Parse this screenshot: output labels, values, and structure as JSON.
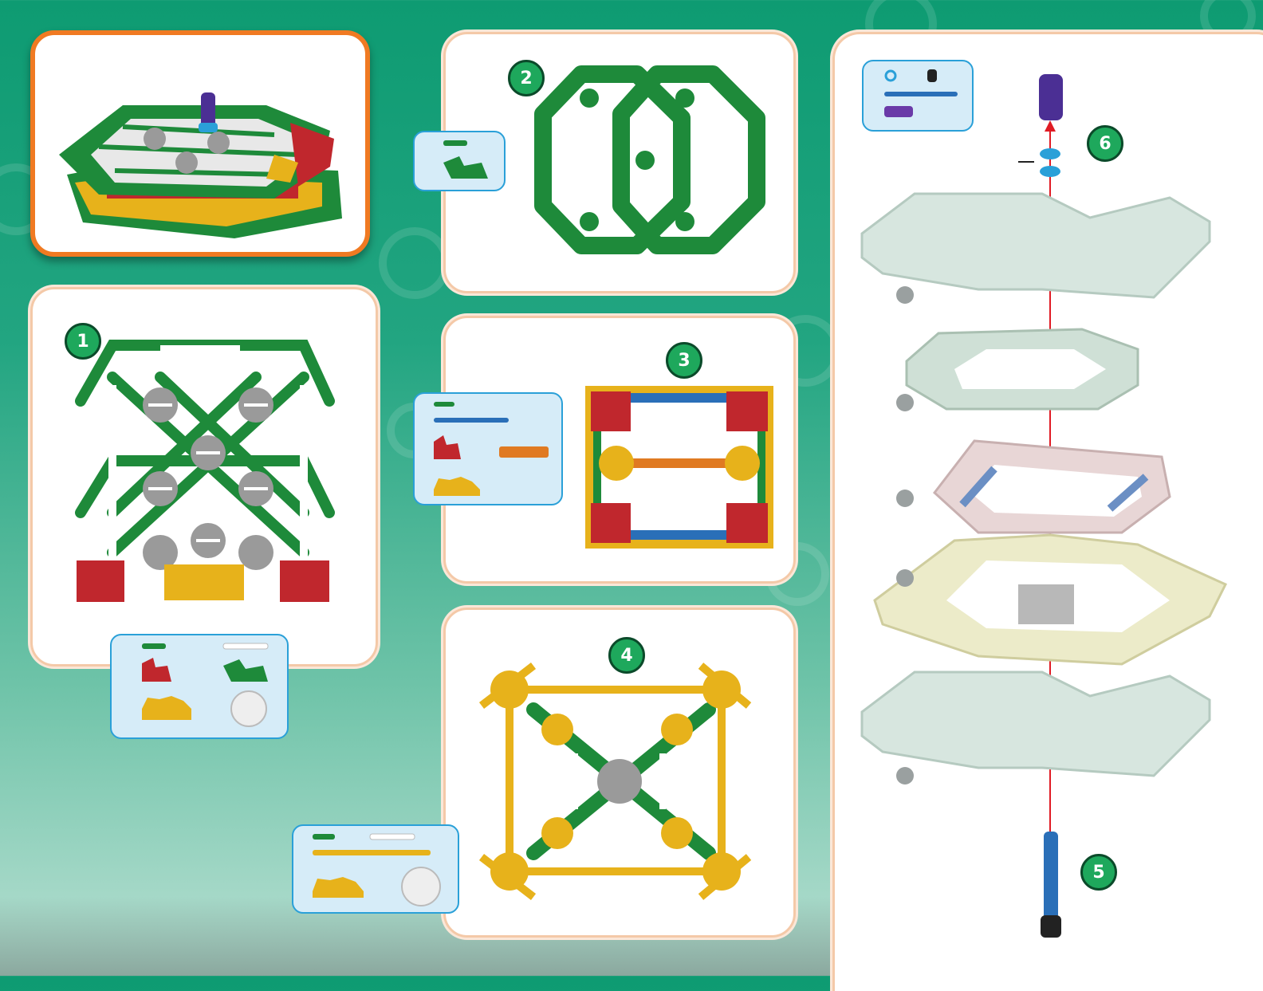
{
  "steps": {
    "step1": "1",
    "step2": "2",
    "step3": "3",
    "step4": "4",
    "step5": "5",
    "step6": "6"
  },
  "colors": {
    "background_green": "#1aa078",
    "hero_border": "#f07a22",
    "panel_border": "#f4c9a8",
    "badge_green": "#1ea85c",
    "parts_box_fill": "#d6ecf8",
    "parts_box_border": "#2aa0d8",
    "assembly_axis": "#e01b24"
  },
  "icons": {
    "hero": "finished-model-image",
    "connector_green": "green-connector-icon",
    "connector_red": "red-connector-icon",
    "connector_yellow": "yellow-connector-icon",
    "connector_white": "white-connector-icon",
    "rod_blue": "blue-rod-icon",
    "rod_orange": "orange-rod-icon",
    "rod_white": "white-rod-icon",
    "rod_yellow": "yellow-rod-icon",
    "spacer": "blue-spacer-icon",
    "clip": "black-clip-icon",
    "purple_piece": "purple-connector-icon"
  }
}
